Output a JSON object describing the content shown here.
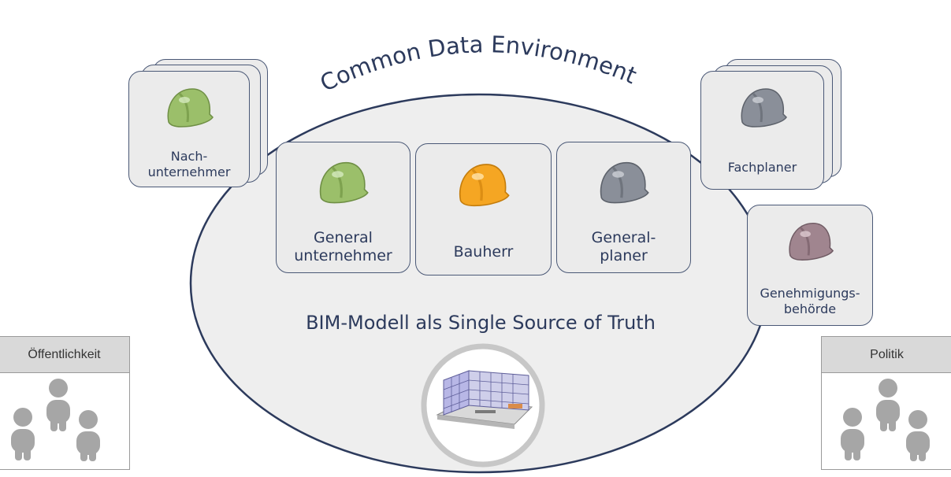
{
  "title": "Common Data Environment",
  "center_label": "BIM-Modell als Single Source of Truth",
  "participants": {
    "nachunternehmer": {
      "label": "Nach-\nunternehmer",
      "helmet_color": "#9bbf6a"
    },
    "generalunternehmer": {
      "label": "General\nunternehmer",
      "helmet_color": "#9bbf6a"
    },
    "bauherr": {
      "label": "Bauherr",
      "helmet_color": "#f5a623"
    },
    "generalplaner": {
      "label": "General-\nplaner",
      "helmet_color": "#8a8f99"
    },
    "fachplaner": {
      "label": "Fachplaner",
      "helmet_color": "#8a8f99"
    },
    "genehmigungsbehoerde": {
      "label": "Genehmigungs-\nbehörde",
      "helmet_color": "#a0858f"
    }
  },
  "audiences": {
    "oeffentlichkeit": {
      "label": "Öffentlichkeit"
    },
    "politik": {
      "label": "Politik"
    }
  },
  "colors": {
    "outline": "#2c3a5c",
    "card_fill": "#ebebeb",
    "ellipse_fill": "#eeeeee",
    "person": "#a6a6a6"
  }
}
